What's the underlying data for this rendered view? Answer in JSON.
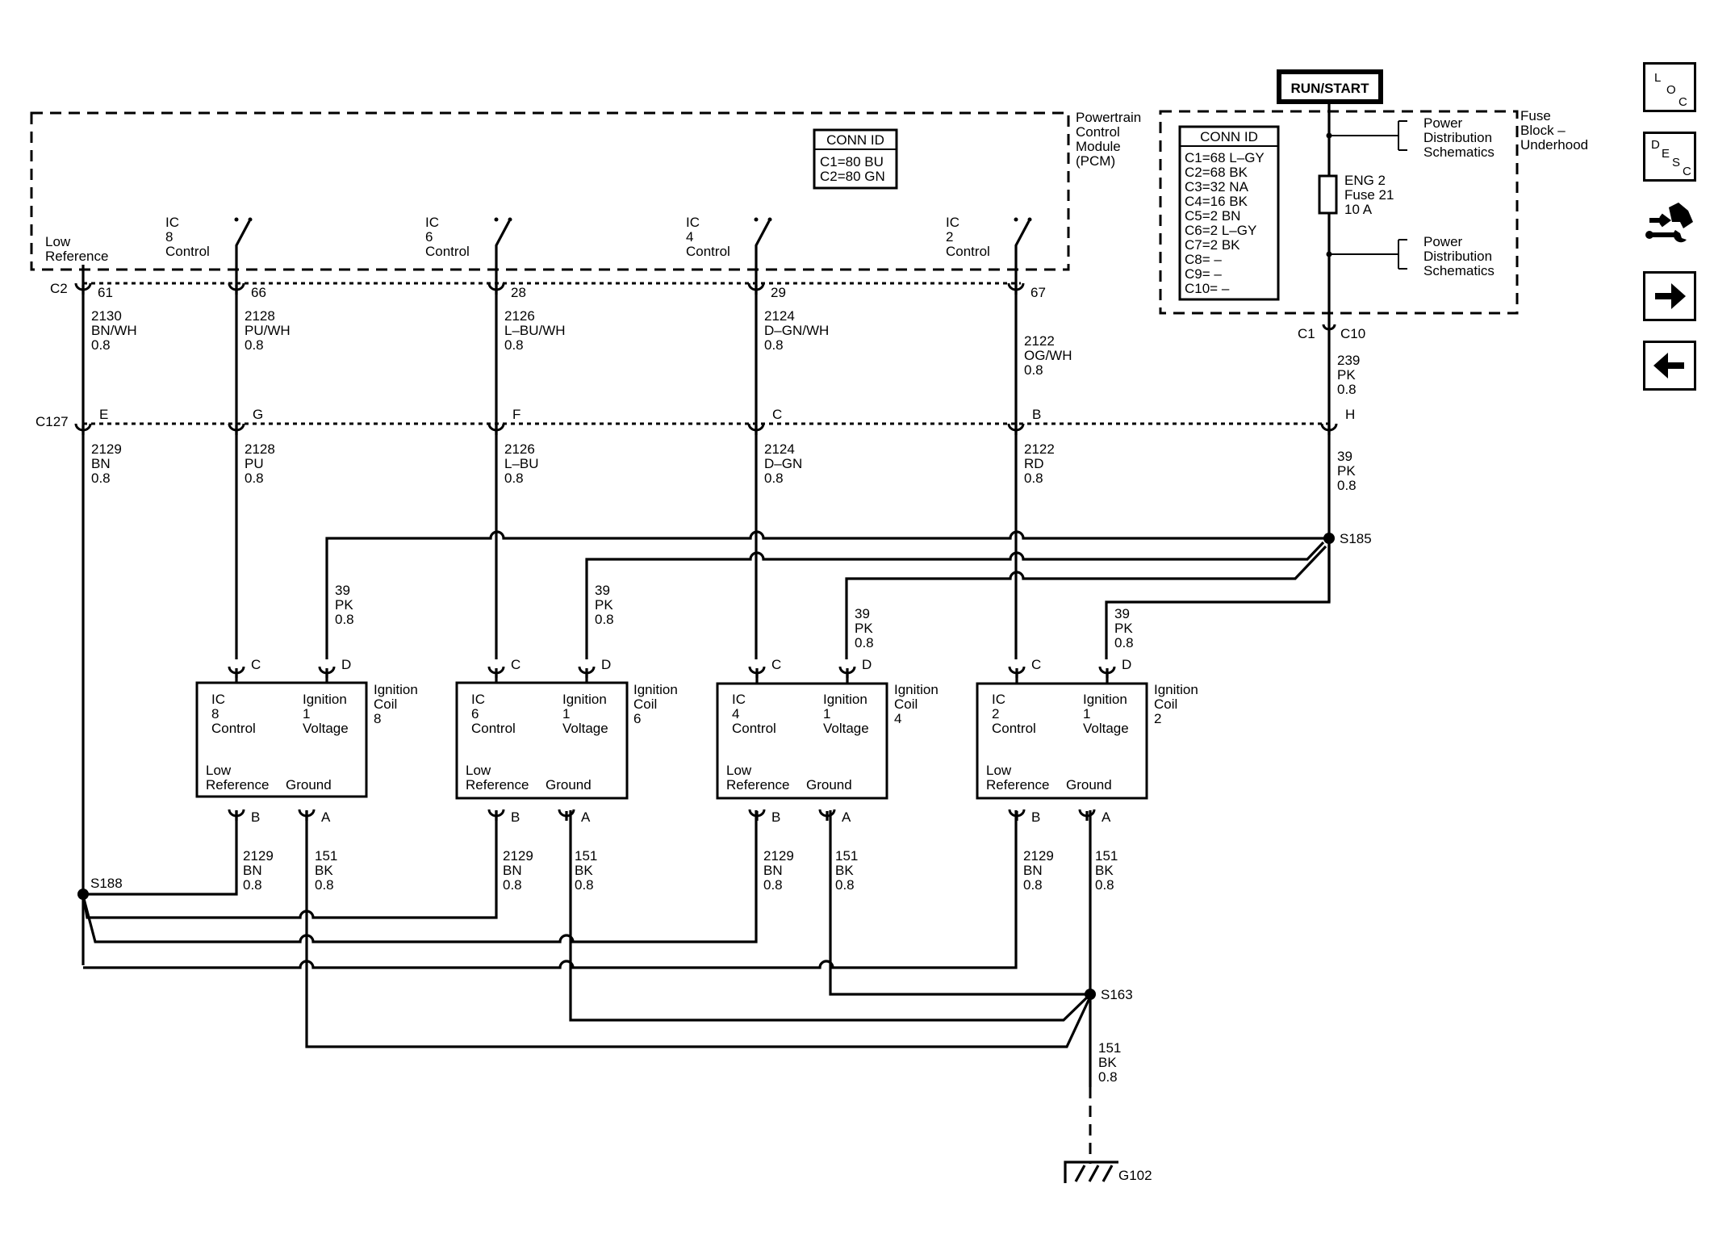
{
  "run_start": "RUN/START",
  "pcm": {
    "name_lines": [
      "Powertrain",
      "Control",
      "Module",
      "(PCM)"
    ],
    "conn_id_title": "CONN ID",
    "conn_ids": [
      "C1=80 BU",
      "C2=80 GN"
    ],
    "low_reference_lines": [
      "Low",
      "Reference"
    ],
    "controls": [
      {
        "lines": [
          "IC",
          "8",
          "Control"
        ]
      },
      {
        "lines": [
          "IC",
          "6",
          "Control"
        ]
      },
      {
        "lines": [
          "IC",
          "4",
          "Control"
        ]
      },
      {
        "lines": [
          "IC",
          "2",
          "Control"
        ]
      }
    ]
  },
  "fuse_block": {
    "name_lines": [
      "Fuse",
      "Block –",
      "Underhood"
    ],
    "conn_id_title": "CONN ID",
    "conn_ids": [
      "C1=68 L–GY",
      "C2=68 BK",
      "C3=32 NA",
      "C4=16 BK",
      "C5=2 BN",
      "C6=2 L–GY",
      "C7=2 BK",
      "C8= –",
      "C9= –",
      "C10= –"
    ],
    "power_distribution_top": [
      "Power",
      "Distribution",
      "Schematics"
    ],
    "power_distribution_bottom": [
      "Power",
      "Distribution",
      "Schematics"
    ],
    "fuse_lines": [
      "ENG 2",
      "Fuse 21",
      "10 A"
    ]
  },
  "connectors": {
    "c2": "C2",
    "c2_pins": [
      "61",
      "66",
      "28",
      "29",
      "67"
    ],
    "c127": "C127",
    "c127_pins": [
      "E",
      "G",
      "F",
      "C",
      "B",
      "H"
    ],
    "c1": "C1",
    "c10": "C10"
  },
  "wires_upper": [
    [
      "2130",
      "BN/WH",
      "0.8"
    ],
    [
      "2128",
      "PU/WH",
      "0.8"
    ],
    [
      "2126",
      "L–BU/WH",
      "0.8"
    ],
    [
      "2124",
      "D–GN/WH",
      "0.8"
    ],
    [
      "2122",
      "OG/WH",
      "0.8"
    ],
    [
      "239",
      "PK",
      "0.8"
    ]
  ],
  "wires_lower": [
    [
      "2129",
      "BN",
      "0.8"
    ],
    [
      "2128",
      "PU",
      "0.8"
    ],
    [
      "2126",
      "L–BU",
      "0.8"
    ],
    [
      "2124",
      "D–GN",
      "0.8"
    ],
    [
      "2122",
      "RD",
      "0.8"
    ],
    [
      "39",
      "PK",
      "0.8"
    ]
  ],
  "feed_wire": [
    "39",
    "PK",
    "0.8"
  ],
  "coil_low_ref_wire": [
    "2129",
    "BN",
    "0.8"
  ],
  "coil_ground_wire": [
    "151",
    "BK",
    "0.8"
  ],
  "ground_wire": [
    "151",
    "BK",
    "0.8"
  ],
  "splices": {
    "s185": "S185",
    "s188": "S188",
    "s163": "S163"
  },
  "ground": "G102",
  "coils": [
    {
      "name_lines": [
        "Ignition",
        "Coil",
        "8"
      ],
      "ic_lines": [
        "IC",
        "8",
        "Control"
      ],
      "pins": [
        "C",
        "D",
        "B",
        "A"
      ]
    },
    {
      "name_lines": [
        "Ignition",
        "Coil",
        "6"
      ],
      "ic_lines": [
        "IC",
        "6",
        "Control"
      ],
      "pins": [
        "C",
        "D",
        "B",
        "A"
      ]
    },
    {
      "name_lines": [
        "Ignition",
        "Coil",
        "4"
      ],
      "ic_lines": [
        "IC",
        "4",
        "Control"
      ],
      "pins": [
        "C",
        "D",
        "B",
        "A"
      ]
    },
    {
      "name_lines": [
        "Ignition",
        "Coil",
        "2"
      ],
      "ic_lines": [
        "IC",
        "2",
        "Control"
      ],
      "pins": [
        "C",
        "D",
        "B",
        "A"
      ]
    }
  ],
  "coil_common": {
    "ign_lines": [
      "Ignition",
      "1",
      "Voltage"
    ],
    "low_ref_lines": [
      "Low",
      "Reference"
    ],
    "ground": "Ground"
  },
  "nav": {
    "loc": [
      "L",
      "O",
      "C"
    ],
    "desc": [
      "D",
      "E",
      "S",
      "C"
    ],
    "icons": [
      "loc-button",
      "desc-button",
      "connector-wrench-icon",
      "forward-arrow-icon",
      "back-arrow-icon"
    ]
  }
}
